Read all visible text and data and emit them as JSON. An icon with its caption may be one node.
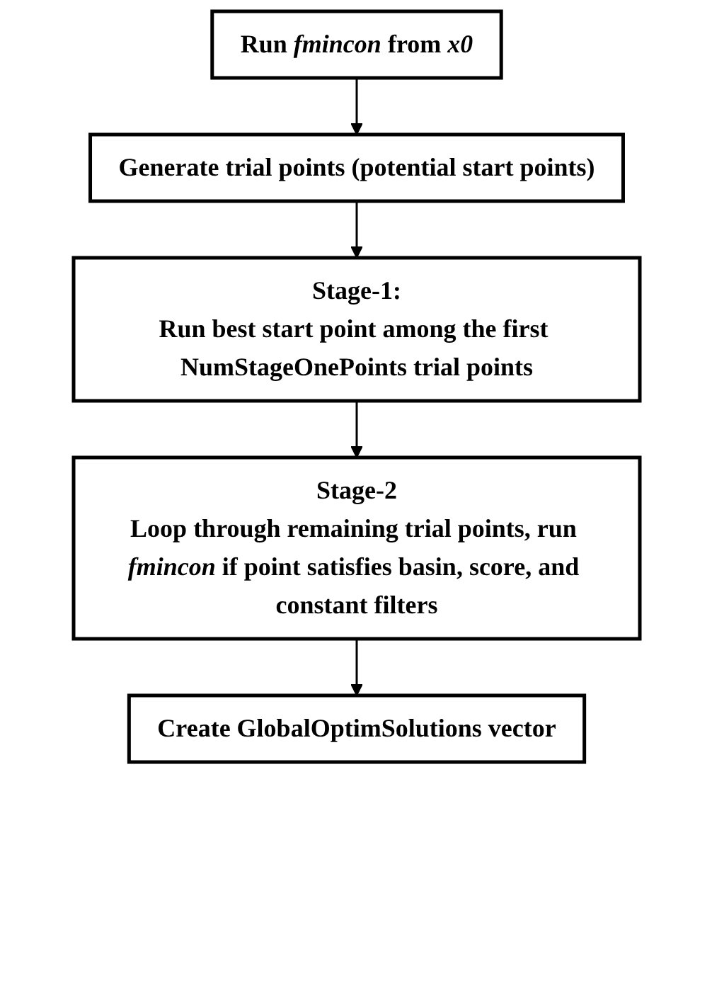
{
  "diagram": {
    "nodes": [
      {
        "text": [
          "Run *fmincon* from *x0*"
        ]
      },
      {
        "text": [
          "Generate trial points (potential start points)"
        ]
      },
      {
        "text": [
          "Stage-1:",
          "Run best start point among the first NumStageOnePoints trial points"
        ]
      },
      {
        "text": [
          "Stage-2",
          "Loop through remaining trial points, run *fmincon* if point satisfies basin, score, and constant filters"
        ]
      },
      {
        "text": [
          "Create GlobalOptimSolutions vector"
        ]
      }
    ],
    "edges": [
      {
        "from": 0,
        "to": 1,
        "arrow": "to"
      },
      {
        "from": 1,
        "to": 2,
        "arrow": "to"
      },
      {
        "from": 2,
        "to": 3,
        "arrow": "to"
      },
      {
        "from": 3,
        "to": 4,
        "arrow": "to"
      }
    ]
  }
}
